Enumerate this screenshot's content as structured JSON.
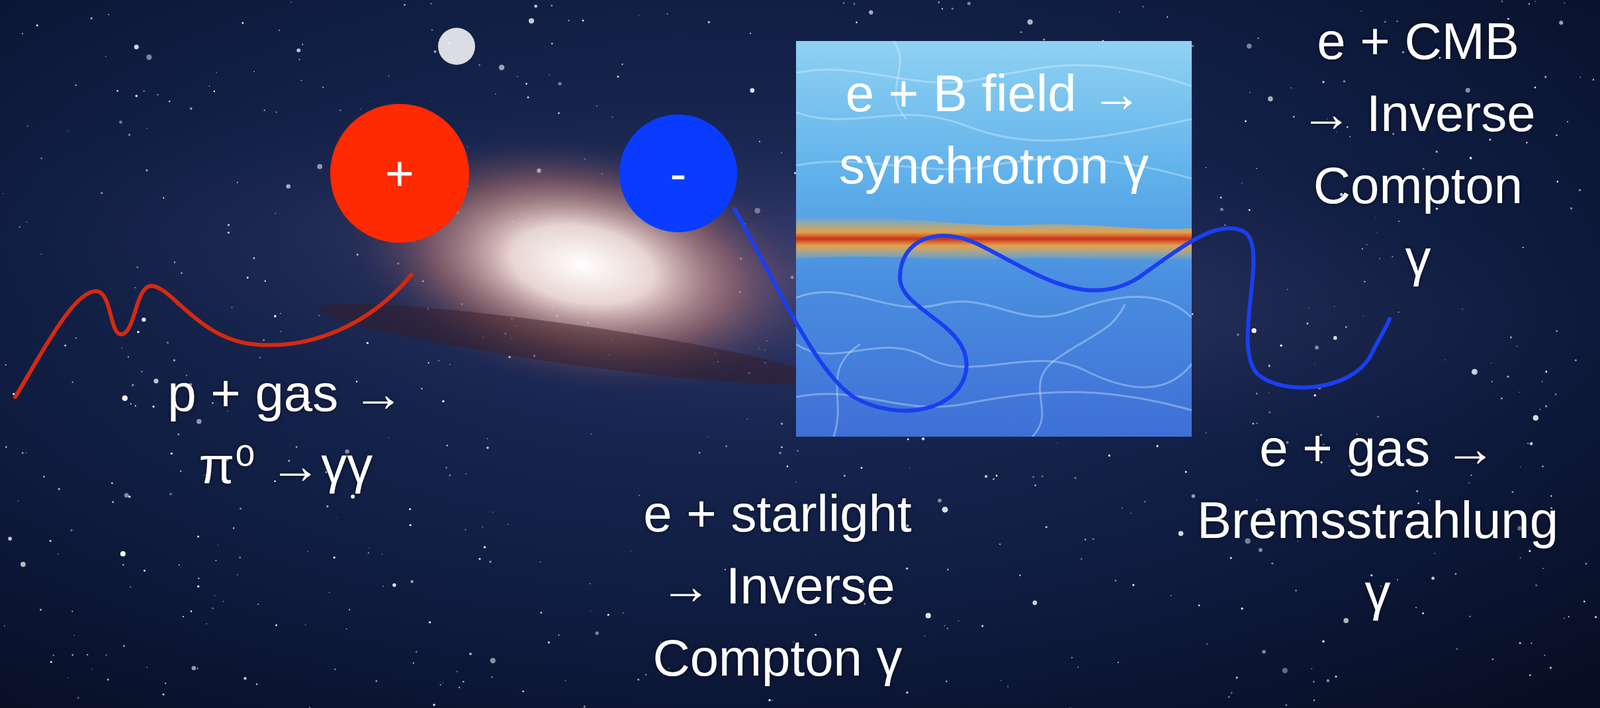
{
  "diagram": {
    "nodes": [
      {
        "text": [
          "+"
        ]
      },
      {
        "text": [
          "-"
        ]
      },
      {
        "text": [
          "e + B field → synchrotron γ"
        ]
      }
    ],
    "labels": [
      "p + gas → π⁰ →γγ",
      "e + starlight → Inverse Compton γ",
      "e + CMB → Inverse Compton γ",
      "e + gas → Bremsstrahlung γ"
    ]
  }
}
